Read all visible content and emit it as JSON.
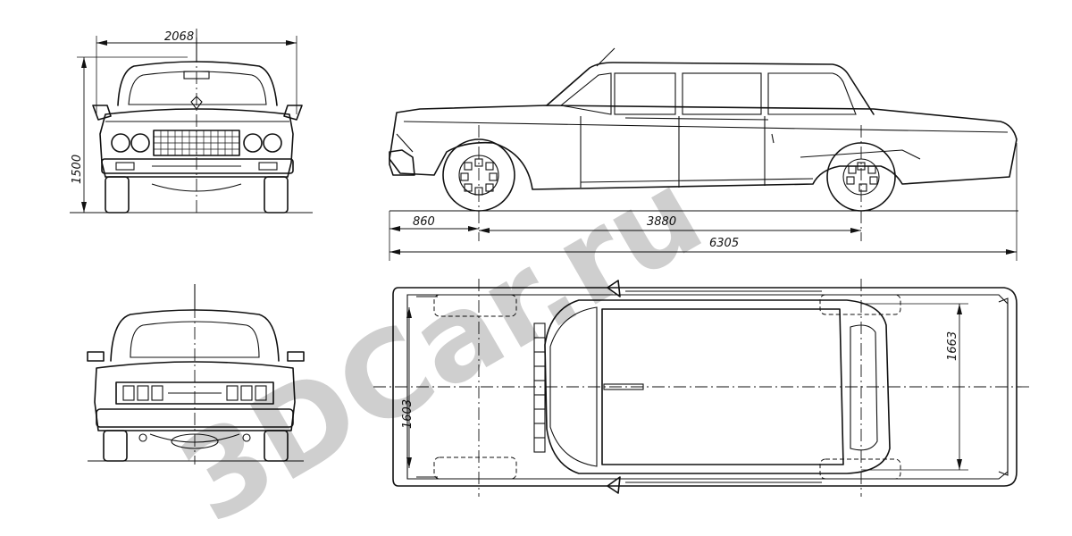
{
  "dimensions": {
    "front_width": "2068",
    "front_height": "1500",
    "front_overhang": "860",
    "wheelbase": "3880",
    "overall_length": "6305",
    "front_track": "1603",
    "rear_track": "1663"
  },
  "watermark": "3DCar.ru"
}
